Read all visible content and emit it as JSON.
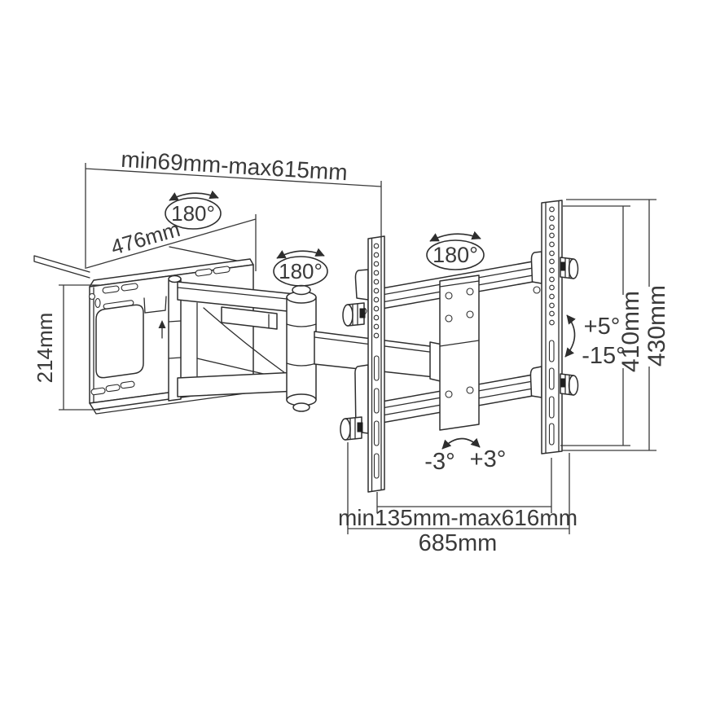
{
  "diagram": {
    "subject": "Full-motion articulating TV wall mount - dimensional technical drawing",
    "colors": {
      "line": "#2e2e2e",
      "text": "#3a3a3a",
      "background": "#ffffff"
    },
    "dimensions": {
      "extension_range": "min69mm-max615mm",
      "wall_plate_width": "476mm",
      "wall_plate_height": "214mm",
      "rail_hole_height": "410mm",
      "bracket_total_height": "430mm",
      "rail_span_range": "min135mm-max616mm",
      "total_width": "685mm"
    },
    "angles": {
      "swivel_wall_joint": "180°",
      "swivel_elbow_joint": "180°",
      "swivel_tv_joint": "180°",
      "tilt_up": "+5°",
      "tilt_down": "-15°",
      "level_adjust_left": "-3°",
      "level_adjust_right": "+3°"
    },
    "icons": {
      "orientation_arrow": "up-arrow"
    }
  }
}
